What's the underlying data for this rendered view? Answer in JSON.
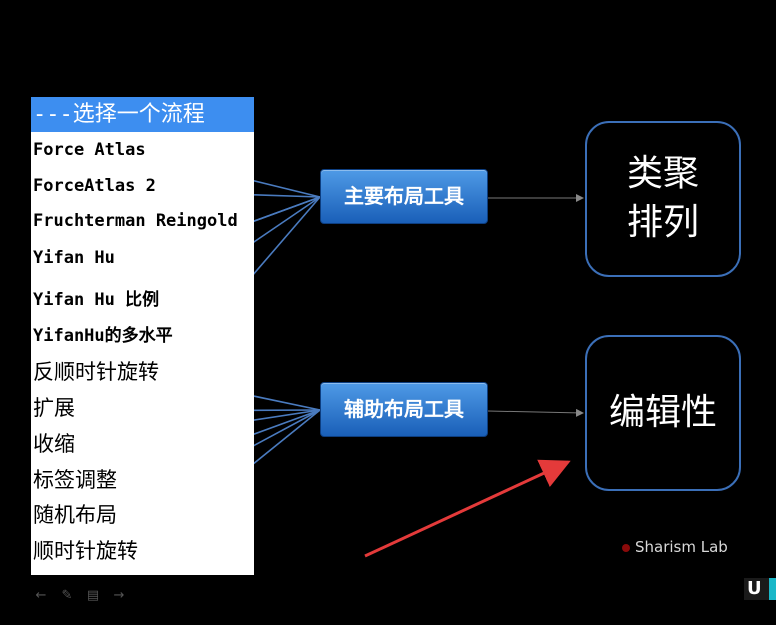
{
  "list": {
    "header": "---选择一个流程",
    "items": [
      "Force Atlas",
      "ForceAtlas 2",
      "Fruchterman Reingold",
      "Yifan Hu",
      "Yifan Hu 比例",
      "YifanHu的多水平",
      "反顺时针旋转",
      "扩展",
      "收缩",
      "标签调整",
      "随机布局",
      "顺时针旋转"
    ]
  },
  "tools": {
    "main": "主要布局工具",
    "aux": "辅助布局工具"
  },
  "results": {
    "cluster": "类聚\n排列",
    "edit": "编辑性"
  },
  "colors": {
    "connector": "#4a7bbf",
    "annotation_arrow": "#e43a3a",
    "tool_box": "#2d74d0",
    "result_border": "#3b6fb8",
    "header_bar": "#3d8ef0"
  },
  "watermark": {
    "text": "Sharism Lab"
  },
  "logo": {
    "text": "U"
  },
  "controls": {
    "prev": "←",
    "pen": "✎",
    "menu": "▤",
    "next": "→"
  }
}
